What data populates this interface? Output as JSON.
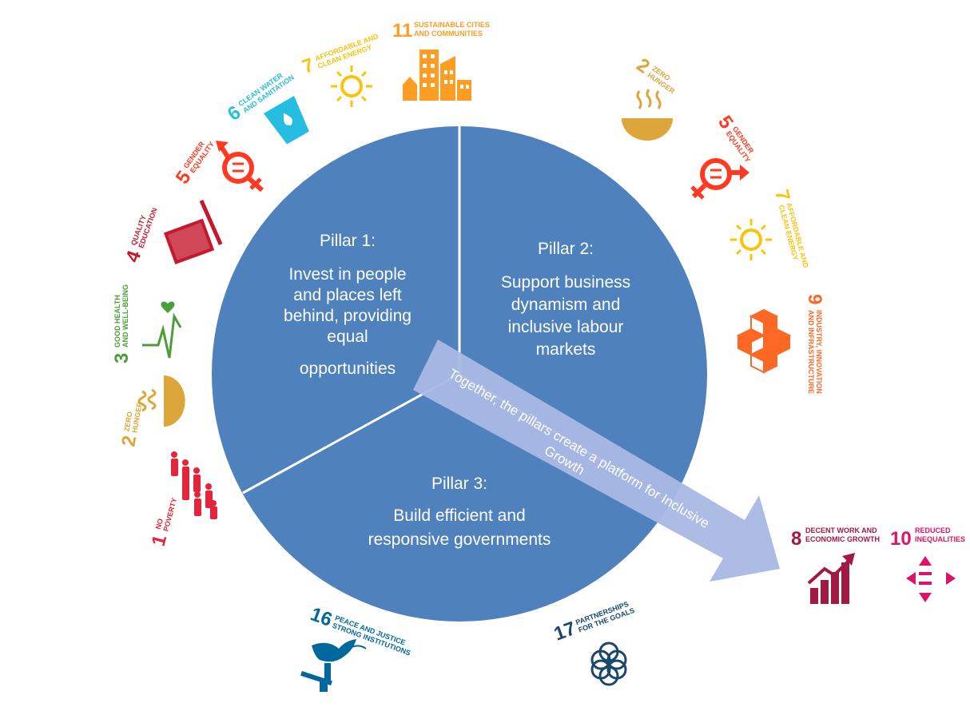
{
  "pillars": [
    {
      "title": "Pillar 1:",
      "lines": [
        "Invest in people",
        "and places left",
        "behind, providing",
        "equal",
        "opportunities"
      ]
    },
    {
      "title": "Pillar 2:",
      "lines": [
        "Support business",
        "dynamism and",
        "inclusive labour",
        "markets"
      ]
    },
    {
      "title": "Pillar 3:",
      "lines": [
        "Build efficient and",
        "responsive governments"
      ]
    }
  ],
  "arrow_text": {
    "line1": "Together, the pillars create a platform for Inclusive",
    "line2": "Growth"
  },
  "goals": {
    "g1_left": {
      "num": "1",
      "l1": "NO",
      "l2": "POVERTY",
      "color": "#e5243b"
    },
    "g2_left": {
      "num": "2",
      "l1": "ZERO",
      "l2": "HUNGER",
      "color": "#dda63a"
    },
    "g3_left": {
      "num": "3",
      "l1": "GOOD HEALTH",
      "l2": "AND WELL-BEING",
      "color": "#4c9f38"
    },
    "g4_left": {
      "num": "4",
      "l1": "QUALITY",
      "l2": "EDUCATION",
      "color": "#c5192d"
    },
    "g5_left": {
      "num": "5",
      "l1": "GENDER",
      "l2": "EQUALITY",
      "color": "#ff3a21"
    },
    "g6_left": {
      "num": "6",
      "l1": "CLEAN WATER",
      "l2": "AND SANITATION",
      "color": "#26bde2"
    },
    "g7_left": {
      "num": "7",
      "l1": "AFFORDABLE AND",
      "l2": "CLEAN ENERGY",
      "color": "#fcc30b"
    },
    "g11_top": {
      "num": "11",
      "l1": "SUSTAINABLE CITIES",
      "l2": "AND COMMUNITIES",
      "color": "#fd9d24"
    },
    "g2_right": {
      "num": "2",
      "l1": "ZERO",
      "l2": "HUNGER",
      "color": "#dda63a"
    },
    "g5_right": {
      "num": "5",
      "l1": "GENDER",
      "l2": "EQUALITY",
      "color": "#ff3a21"
    },
    "g7_right": {
      "num": "7",
      "l1": "AFFORDABLE AND",
      "l2": "CLEAN ENERGY",
      "color": "#fcc30b"
    },
    "g9_right": {
      "num": "9",
      "l1": "INDUSTRY, INNOVATION",
      "l2": "AND INFRASTRUCTURE",
      "color": "#fd6925"
    },
    "g16_bottom": {
      "num": "16",
      "l1": "PEACE AND JUSTICE",
      "l2": "STRONG INSTITUTIONS",
      "color": "#00689d"
    },
    "g17_bottom": {
      "num": "17",
      "l1": "PARTNERSHIPS",
      "l2": "FOR THE GOALS",
      "color": "#19486a"
    },
    "g8_result": {
      "num": "8",
      "l1": "DECENT WORK AND",
      "l2": "ECONOMIC GROWTH",
      "color": "#a21942"
    },
    "g10_result": {
      "num": "10",
      "l1": "REDUCED",
      "l2": "INEQUALITIES",
      "color": "#dd1367"
    }
  },
  "colors": {
    "pie": "#4f81bd",
    "arrow": "#a9b8e3",
    "divider": "#ffffff"
  }
}
